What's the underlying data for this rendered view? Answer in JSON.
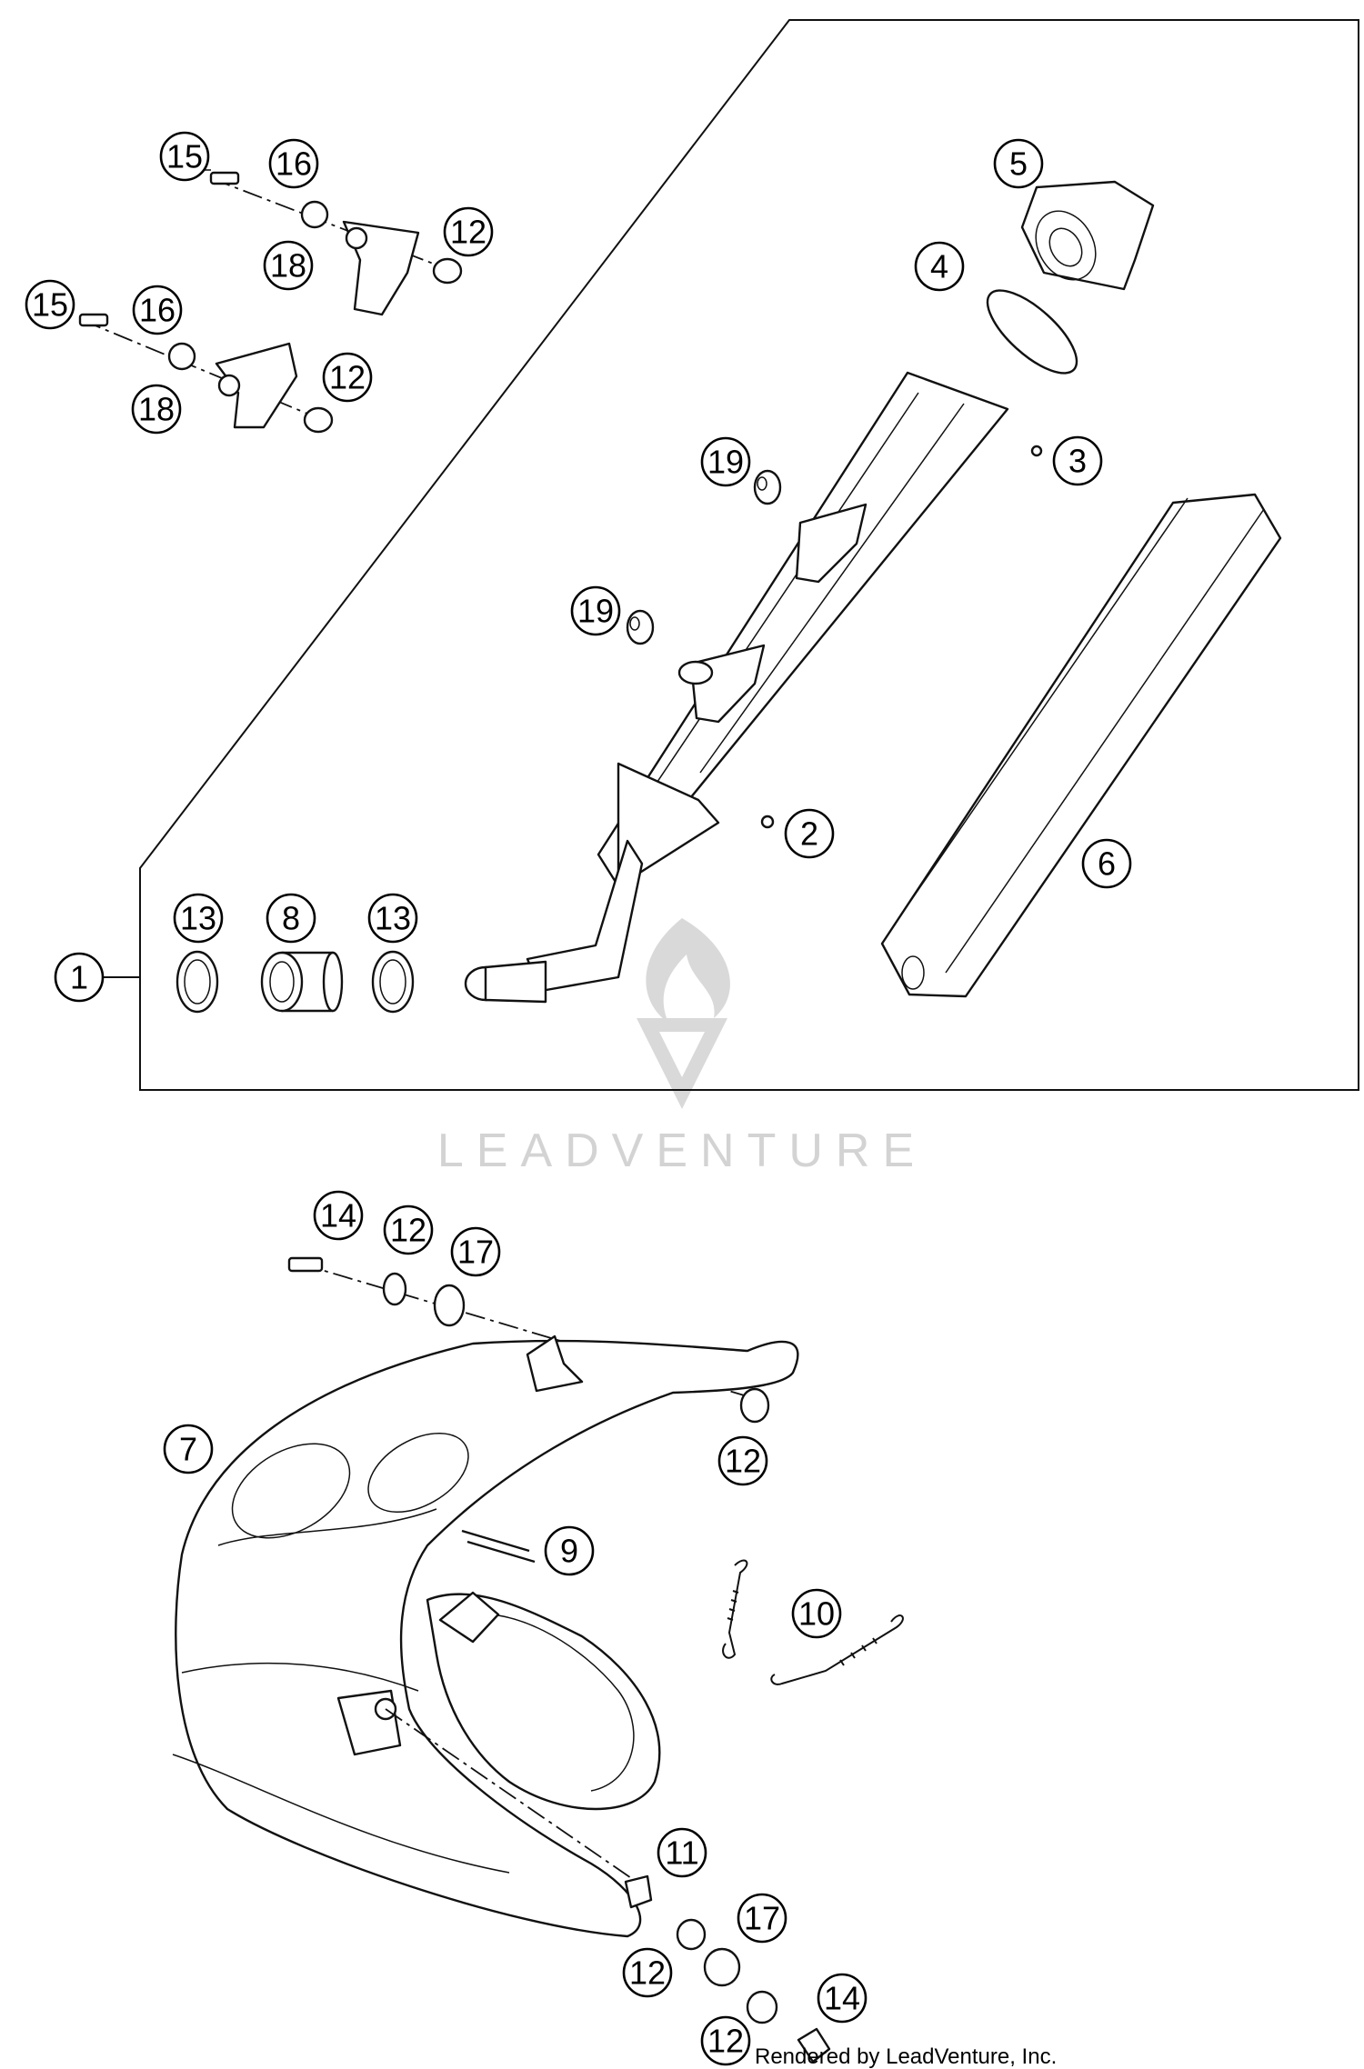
{
  "diagram": {
    "callouts": [
      {
        "label": "15"
      },
      {
        "label": "16"
      },
      {
        "label": "12"
      },
      {
        "label": "18"
      },
      {
        "label": "15"
      },
      {
        "label": "16"
      },
      {
        "label": "12"
      },
      {
        "label": "18"
      },
      {
        "label": "5"
      },
      {
        "label": "4"
      },
      {
        "label": "3"
      },
      {
        "label": "19"
      },
      {
        "label": "19"
      },
      {
        "label": "2"
      },
      {
        "label": "6"
      },
      {
        "label": "13"
      },
      {
        "label": "8"
      },
      {
        "label": "13"
      },
      {
        "label": "1"
      },
      {
        "label": "14"
      },
      {
        "label": "12"
      },
      {
        "label": "17"
      },
      {
        "label": "7"
      },
      {
        "label": "12"
      },
      {
        "label": "9"
      },
      {
        "label": "10"
      },
      {
        "label": "11"
      },
      {
        "label": "17"
      },
      {
        "label": "12"
      },
      {
        "label": "14"
      },
      {
        "label": "12"
      }
    ]
  },
  "watermark": {
    "brand": "LEADVENTURE"
  },
  "footer": {
    "credit": "Rendered by LeadVenture, Inc."
  },
  "colors": {
    "line": "#111111",
    "watermark": "#d3d3d3",
    "background": "#ffffff"
  }
}
